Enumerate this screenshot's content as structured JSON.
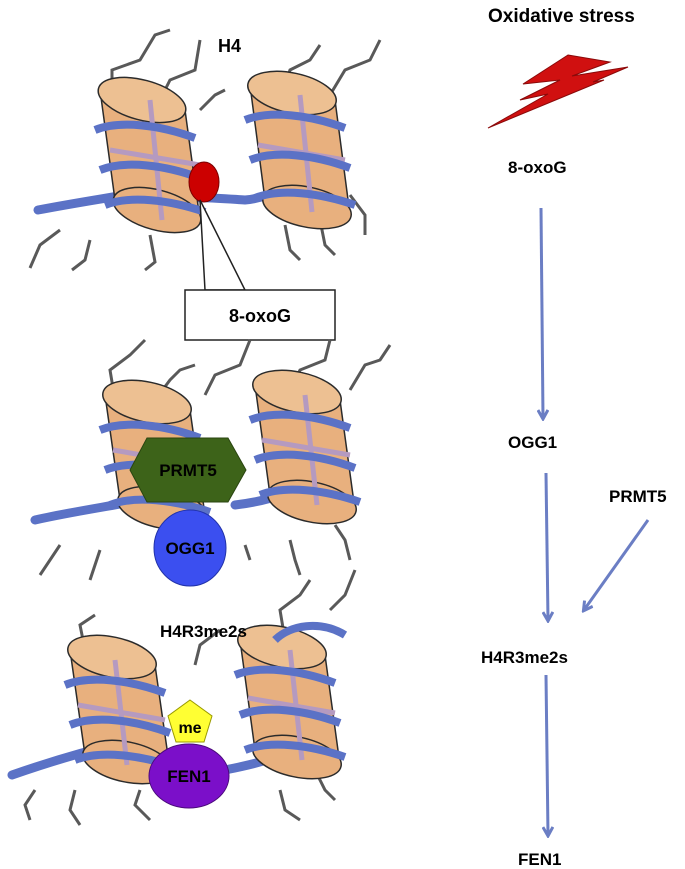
{
  "left_panel": {
    "panel1": {
      "histone_label": "H4",
      "lesion_callout": "8-oxoG"
    },
    "panel2": {
      "enzyme_hexagon": "PRMT5",
      "glycosylase": "OGG1"
    },
    "panel3": {
      "mark_label": "H4R3me2s",
      "methyl_tag": "me",
      "endonuclease": "FEN1"
    }
  },
  "pathway": {
    "trigger": "Oxidative stress",
    "nodes": [
      "8-oxoG",
      "OGG1",
      "H4R3me2s",
      "FEN1"
    ],
    "side_input": "PRMT5"
  },
  "colors": {
    "nucleosome_fill": "#E8B07E",
    "nucleosome_stroke": "#2b2b2b",
    "dna": "#5B72C6",
    "tail": "#595959",
    "stripe": "#b59ac0",
    "lesion": "#CC0000",
    "prmt5": "#3D6319",
    "ogg1": "#3B4FF0",
    "fen1": "#7B0FC9",
    "me_tag": "#FFFF33",
    "arrow": "#6B7EC4",
    "bolt": "#D01010"
  }
}
